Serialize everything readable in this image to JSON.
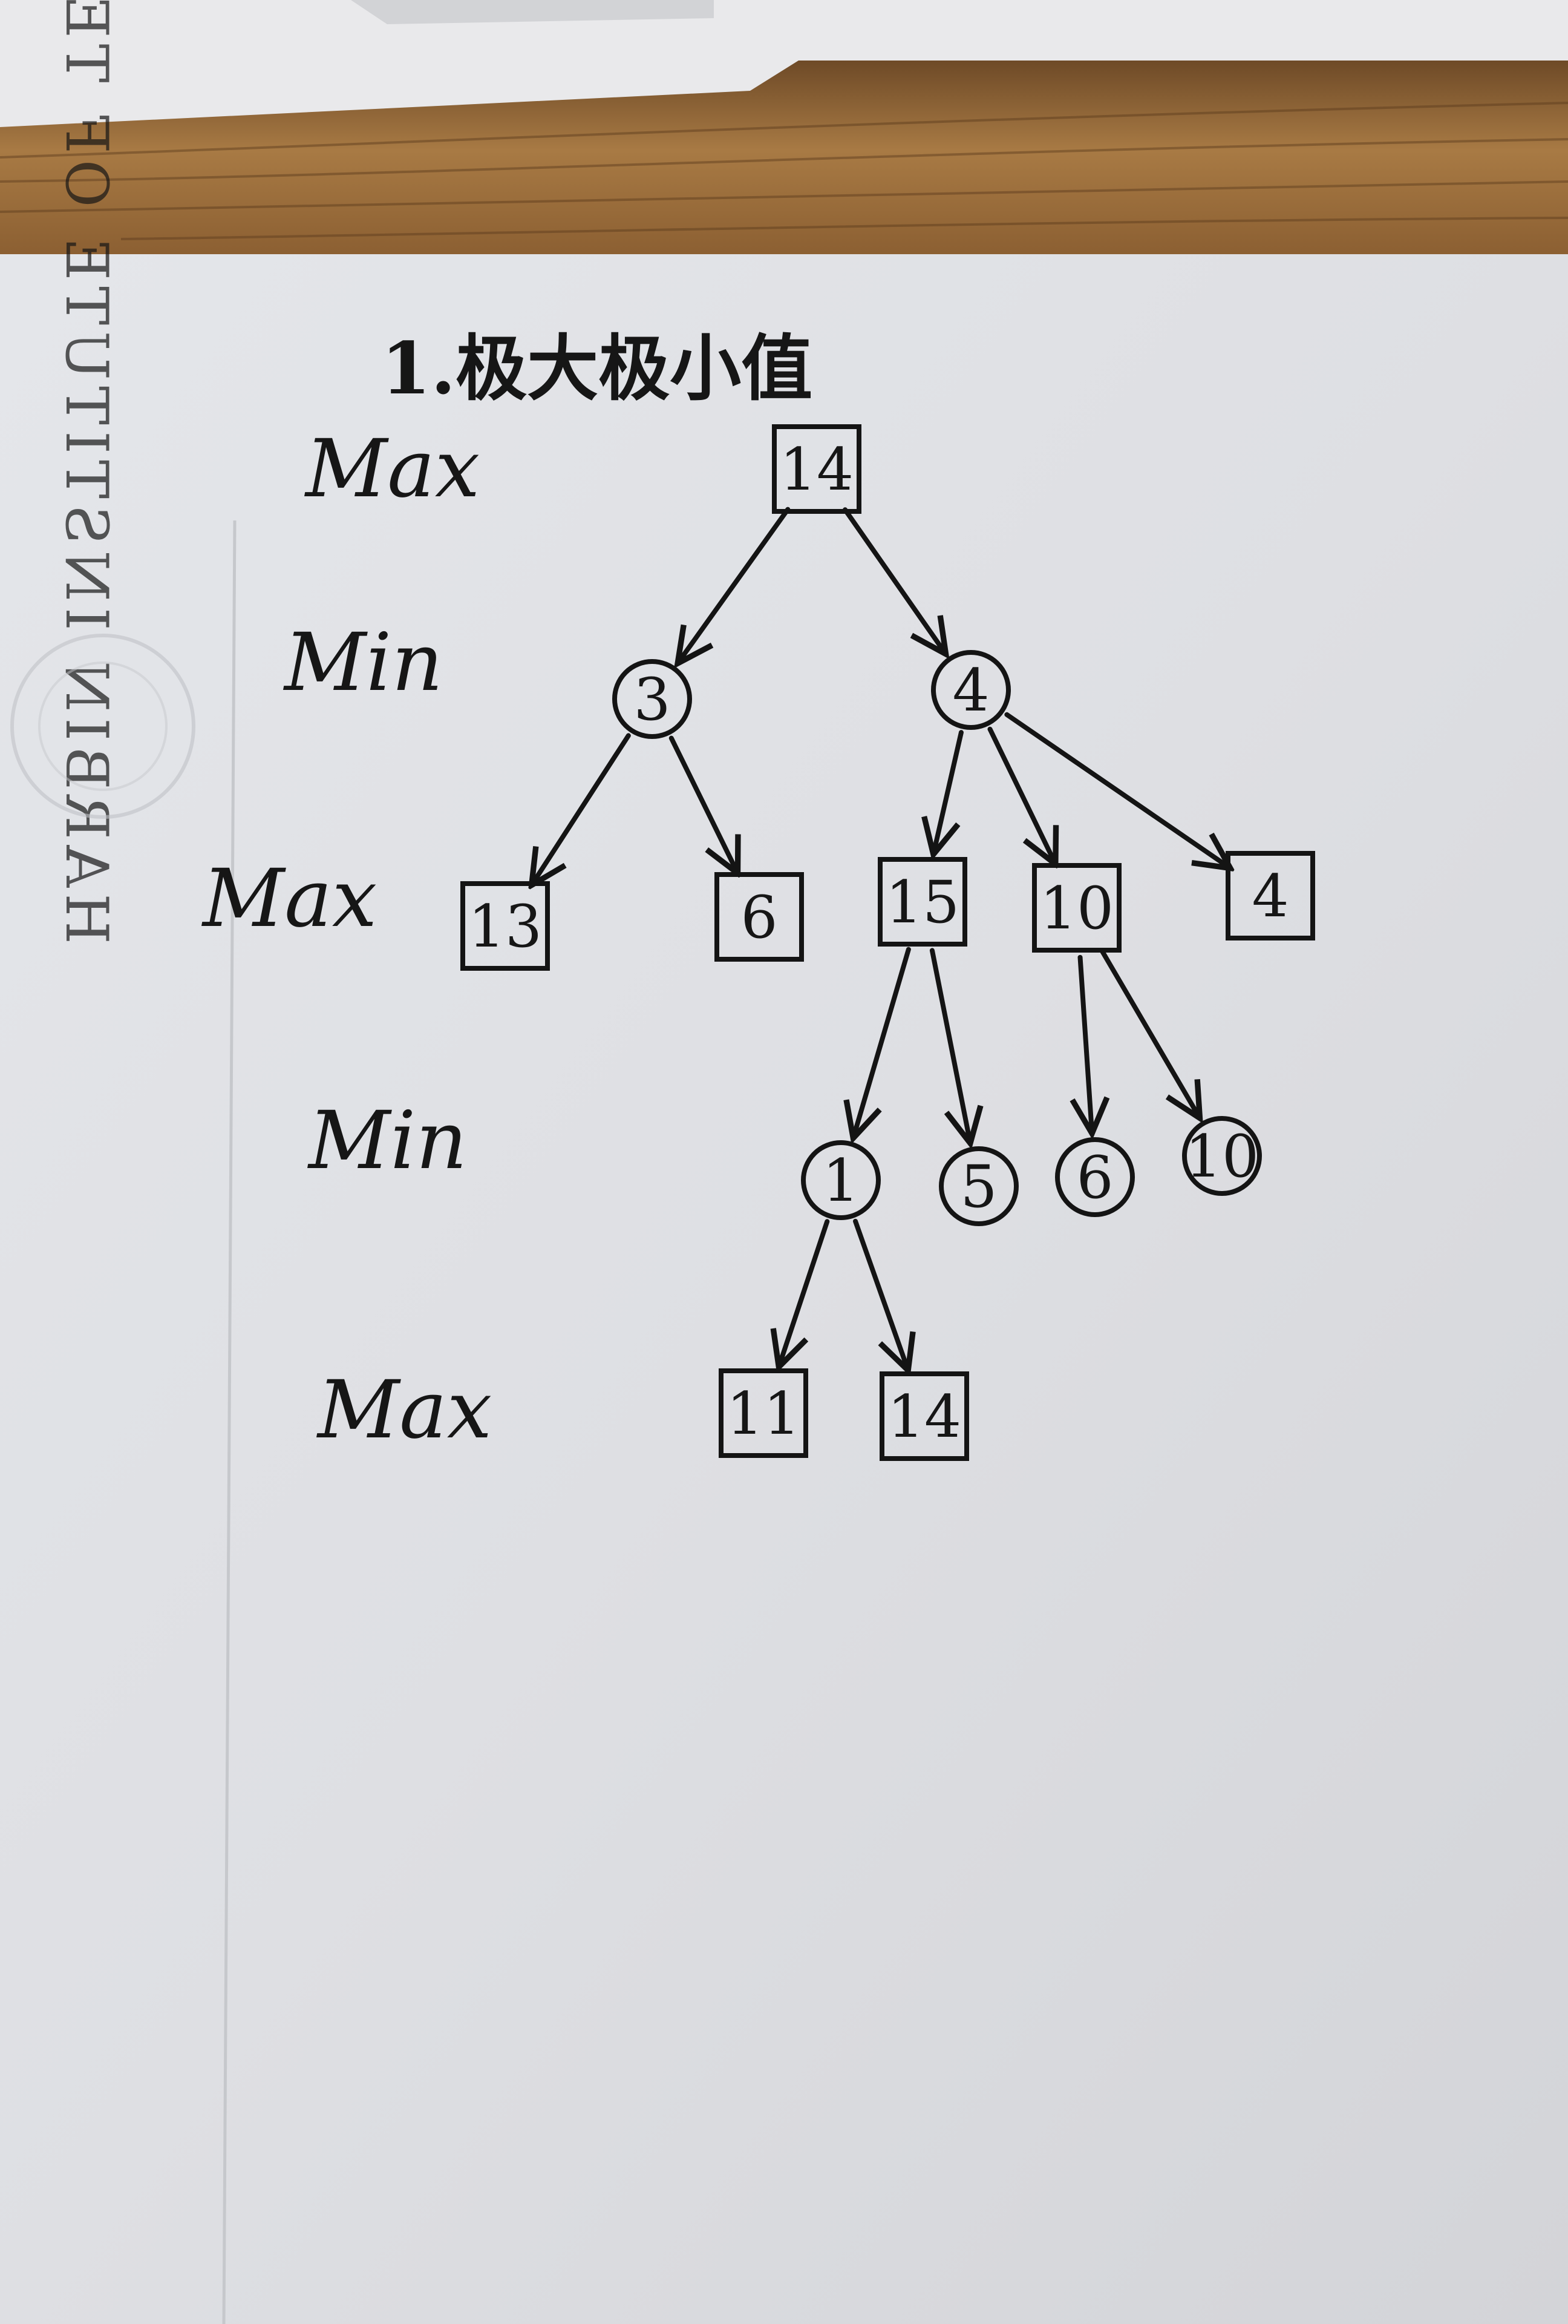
{
  "title": "1.极大极小值",
  "watermark": "HARBIN INSTITUTE OF TECHNOLOGY",
  "levels": [
    "Max",
    "Min",
    "Max",
    "Min",
    "Max"
  ],
  "tree": {
    "nodes": [
      {
        "id": "n0",
        "kind": "max",
        "value": "14",
        "depth": 0
      },
      {
        "id": "n1",
        "kind": "min",
        "value": "3",
        "depth": 1,
        "parent": "n0"
      },
      {
        "id": "n2",
        "kind": "min",
        "value": "4",
        "depth": 1,
        "parent": "n0"
      },
      {
        "id": "n3",
        "kind": "max",
        "value": "13",
        "depth": 2,
        "parent": "n1"
      },
      {
        "id": "n4",
        "kind": "max",
        "value": "6",
        "depth": 2,
        "parent": "n1"
      },
      {
        "id": "n5",
        "kind": "max",
        "value": "15",
        "depth": 2,
        "parent": "n2"
      },
      {
        "id": "n6",
        "kind": "max",
        "value": "10",
        "depth": 2,
        "parent": "n2"
      },
      {
        "id": "n7",
        "kind": "max",
        "value": "4",
        "depth": 2,
        "parent": "n2"
      },
      {
        "id": "n8",
        "kind": "min",
        "value": "1",
        "depth": 3,
        "parent": "n5"
      },
      {
        "id": "n9",
        "kind": "min",
        "value": "5",
        "depth": 3,
        "parent": "n5"
      },
      {
        "id": "n10",
        "kind": "min",
        "value": "6",
        "depth": 3,
        "parent": "n6"
      },
      {
        "id": "n11",
        "kind": "min",
        "value": "10",
        "depth": 3,
        "parent": "n6"
      },
      {
        "id": "n12",
        "kind": "max",
        "value": "11",
        "depth": 4,
        "parent": "n8"
      },
      {
        "id": "n13",
        "kind": "max",
        "value": "14",
        "depth": 4,
        "parent": "n8"
      }
    ]
  }
}
